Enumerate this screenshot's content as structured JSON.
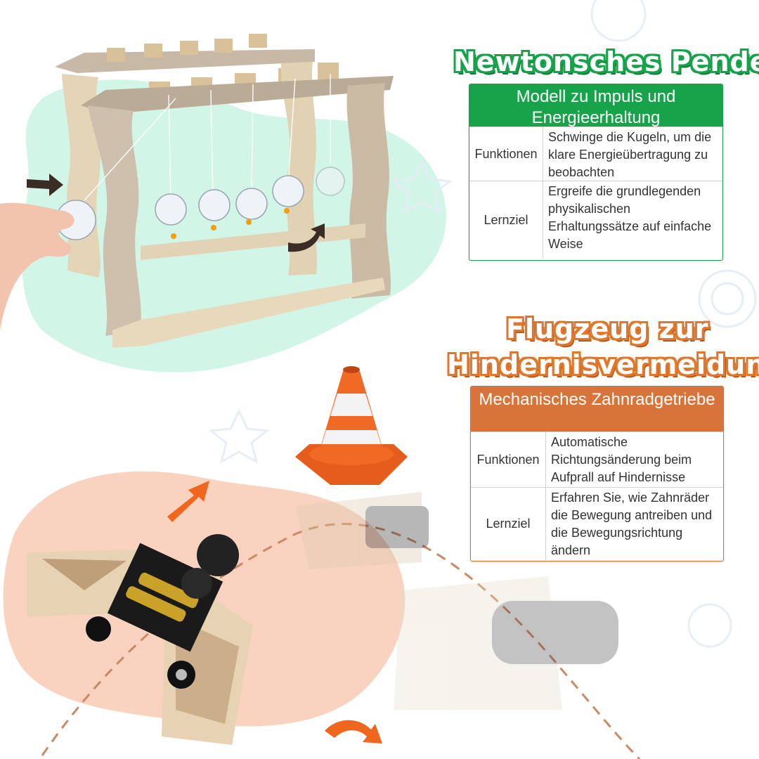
{
  "sections": [
    {
      "title": "Newtonsches Pendel",
      "table": {
        "header": "Modell zu Impuls und Energieerhaltung",
        "rows": [
          {
            "label": "Funktionen",
            "text": "Schwinge die Kugeln, um die klare Energieübertragung zu beobachten"
          },
          {
            "label": "Lernziel",
            "text": "Ergreife die grundlegenden physikalischen Erhaltungssätze auf einfache Weise"
          }
        ]
      }
    },
    {
      "title_line1": "Flugzeug zur",
      "title_line2": "Hindernisvermeidung",
      "table": {
        "header": "Mechanisches Zahnradgetriebe",
        "rows": [
          {
            "label": "Funktionen",
            "text": "Automatische Richtungsänderung beim Aufprall auf Hindernisse"
          },
          {
            "label": "Lernziel",
            "text": "Erfahren Sie, wie Zahnräder die Bewegung antreiben und die Bewegungsrichtung ändern"
          }
        ]
      }
    }
  ],
  "colors": {
    "green": "#16a34a",
    "orange": "#d8743a"
  }
}
